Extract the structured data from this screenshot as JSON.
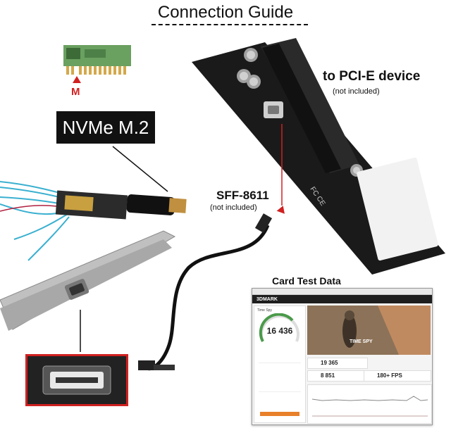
{
  "title": "Connection Guide",
  "nvme_label": "NVMe M.2",
  "m_key_label": "M",
  "pcie": {
    "label": "to PCI-E device",
    "note": "(not included)"
  },
  "sff": {
    "label": "SFF-8611",
    "note": "(not included)"
  },
  "card_test": {
    "label": "Card Test Data",
    "app_logo": "3DMARK",
    "test_name": "Time Spy",
    "hero_title": "TIME SPY",
    "score": "16 436",
    "graphics_score": "19 365",
    "cpu_score": "8 851",
    "fps": "180+ FPS"
  },
  "colors": {
    "accent_red": "#d02020",
    "orange": "#e8802a"
  }
}
